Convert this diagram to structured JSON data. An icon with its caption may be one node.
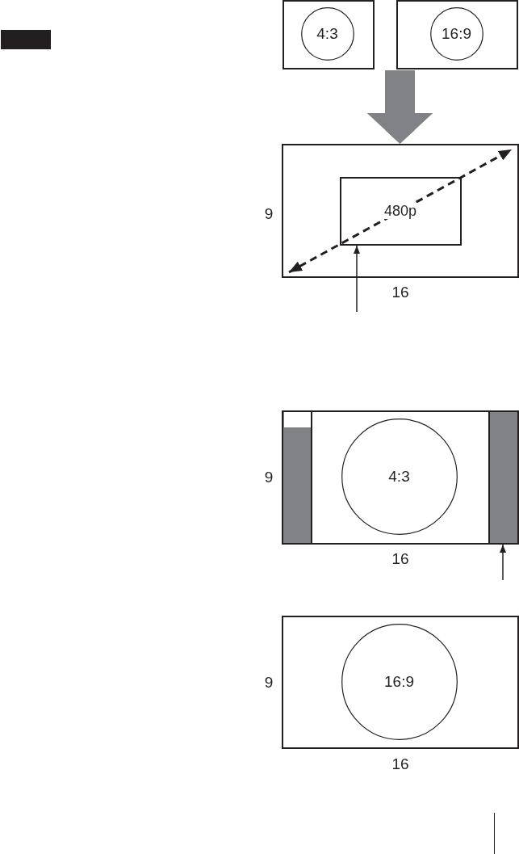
{
  "diagram": {
    "nodes": [
      {
        "text": [],
        "shape": "box"
      },
      {
        "text": [
          "4:3"
        ],
        "in": 0
      },
      {
        "text": [],
        "shape": "box"
      },
      {
        "text": [
          "16:9"
        ],
        "in": 2
      },
      {
        "text": [],
        "shape": "box"
      },
      {
        "text": [
          "480p"
        ],
        "in": 4
      },
      {
        "text": [],
        "shape": "box"
      },
      {
        "text": [],
        "shape": "bar",
        "in": 6
      },
      {
        "text": [
          "4:3"
        ],
        "in": 6
      },
      {
        "text": [],
        "shape": "bar",
        "in": 6
      },
      {
        "text": [],
        "shape": "box"
      },
      {
        "text": [
          "16:9"
        ],
        "in": 10
      }
    ],
    "edges": [
      {
        "from": 0,
        "to": 4,
        "arrow": "to",
        "style": "thick",
        "color": "#808285"
      },
      {
        "from": 2,
        "to": 4,
        "arrow": "to",
        "style": "thick",
        "color": "#808285"
      },
      {
        "from": null,
        "to": 5,
        "arrow": "to",
        "color": "#231f20"
      },
      {
        "from": null,
        "to": 9,
        "arrow": "to",
        "color": "#231f20"
      }
    ],
    "labels": [
      "9",
      "16",
      "9",
      "16",
      "9",
      "16"
    ]
  }
}
